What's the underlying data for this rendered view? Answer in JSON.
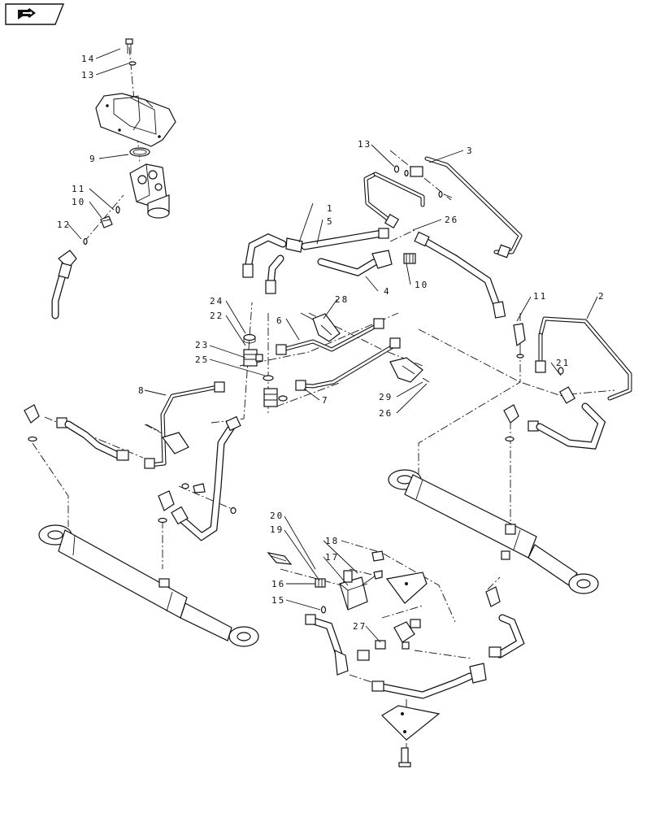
{
  "nav": {
    "icon": "forward-arrow-icon"
  },
  "callouts": [
    {
      "id": "14",
      "text": "14"
    },
    {
      "id": "13a",
      "text": "13"
    },
    {
      "id": "9",
      "text": "9"
    },
    {
      "id": "11a",
      "text": "11"
    },
    {
      "id": "10a",
      "text": "10"
    },
    {
      "id": "12",
      "text": "12"
    },
    {
      "id": "13b",
      "text": "13"
    },
    {
      "id": "3",
      "text": "3"
    },
    {
      "id": "26a",
      "text": "26"
    },
    {
      "id": "1",
      "text": "1"
    },
    {
      "id": "5",
      "text": "5"
    },
    {
      "id": "10b",
      "text": "10"
    },
    {
      "id": "4",
      "text": "4"
    },
    {
      "id": "24",
      "text": "24"
    },
    {
      "id": "22",
      "text": "22"
    },
    {
      "id": "28",
      "text": "28"
    },
    {
      "id": "6",
      "text": "6"
    },
    {
      "id": "11b",
      "text": "11"
    },
    {
      "id": "2",
      "text": "2"
    },
    {
      "id": "23",
      "text": "23"
    },
    {
      "id": "25",
      "text": "25"
    },
    {
      "id": "21",
      "text": "21"
    },
    {
      "id": "8",
      "text": "8"
    },
    {
      "id": "7",
      "text": "7"
    },
    {
      "id": "29",
      "text": "29"
    },
    {
      "id": "26b",
      "text": "26"
    },
    {
      "id": "20",
      "text": "20"
    },
    {
      "id": "19",
      "text": "19"
    },
    {
      "id": "18",
      "text": "18"
    },
    {
      "id": "17",
      "text": "17"
    },
    {
      "id": "16",
      "text": "16"
    },
    {
      "id": "15",
      "text": "15"
    },
    {
      "id": "27",
      "text": "27"
    }
  ]
}
